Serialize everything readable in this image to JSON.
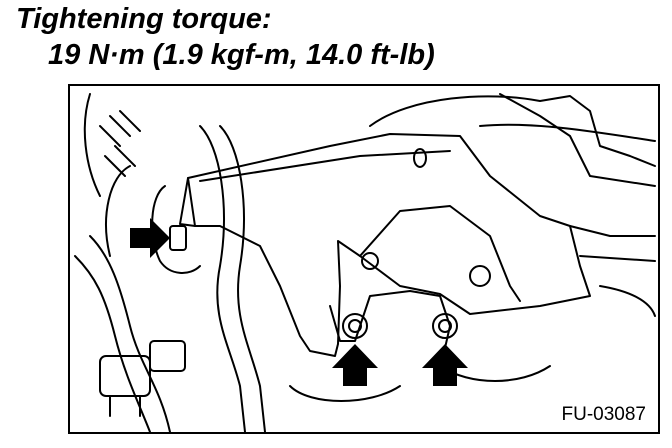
{
  "heading": {
    "title": "Tightening torque:",
    "torque_value": "19 N·m (1.9 kgf-m, 14.0 ft-lb)"
  },
  "figure": {
    "code": "FU-03087"
  }
}
